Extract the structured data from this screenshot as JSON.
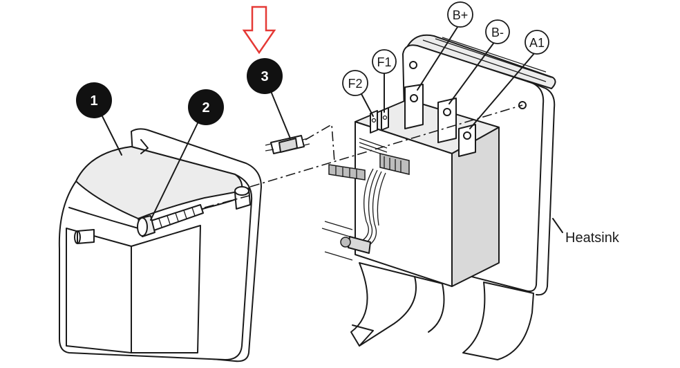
{
  "callouts": {
    "c1": "1",
    "c2": "2",
    "c3": "3"
  },
  "terminals": {
    "f2": "F2",
    "f1": "F1",
    "bplus": "B+",
    "bminus": "B-",
    "a1": "A1"
  },
  "heatsink_label": "Heatsink",
  "colors": {
    "arrow": "#e53935",
    "callout_fill": "#111111"
  },
  "icons": {
    "indicator": "arrow-down-icon"
  }
}
